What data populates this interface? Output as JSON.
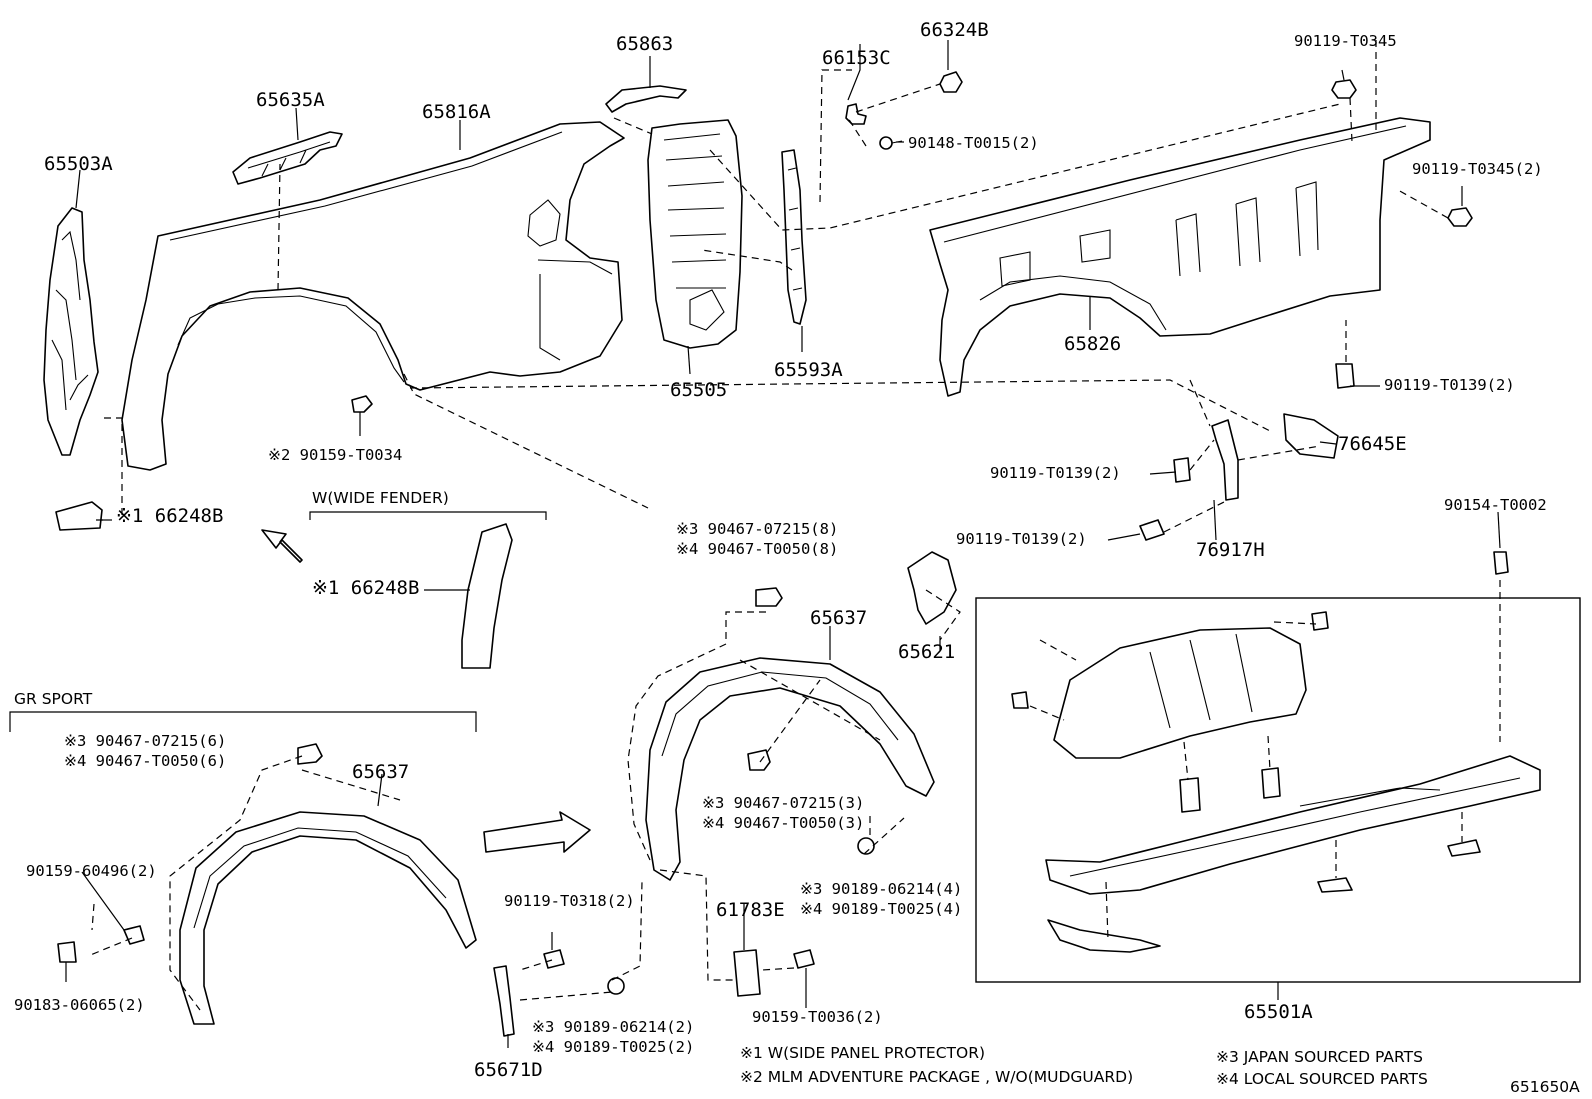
{
  "diagram": {
    "labels": {
      "p65503A": "65503A",
      "p65635A": "65635A",
      "p65816A": "65816A",
      "p65863": "65863",
      "p66153C": "66153C",
      "p66324B": "66324B",
      "p90119_T0345": "90119-T0345",
      "p90148_T0015": "90148-T0015(2)",
      "p90119_T0345_2": "90119-T0345(2)",
      "p65505": "65505",
      "p65593A": "65593A",
      "p65826": "65826",
      "p90119_T0139_2a": "90119-T0139(2)",
      "p90159_T0034": "※2 90159-T0034",
      "p66248B_a": "※1 66248B",
      "wide_fender": "W(WIDE FENDER)",
      "p66248B_b": "※1 66248B",
      "p76645E": "76645E",
      "p90119_T0139_2b": "90119-T0139(2)",
      "p90119_T0139_2c": "90119-T0139(2)",
      "p76917H": "76917H",
      "p90154_T0002": "90154-T0002",
      "p90467_07215_8": "※3 90467-07215(8)",
      "p90467_T0050_8": "※4 90467-T0050(8)",
      "p65637_a": "65637",
      "p65621": "65621",
      "gr_sport": "GR SPORT",
      "p90467_07215_6": "※3 90467-07215(6)",
      "p90467_T0050_6": "※4 90467-T0050(6)",
      "p65637_b": "65637",
      "p90159_60496": "90159-60496(2)",
      "p90183_06065": "90183-06065(2)",
      "p90467_07215_3": "※3 90467-07215(3)",
      "p90467_T0050_3": "※4 90467-T0050(3)",
      "p90189_06214_4": "※3 90189-06214(4)",
      "p90189_T0025_4": "※4 90189-T0025(4)",
      "p90119_T0318": "90119-T0318(2)",
      "p61783E": "61783E",
      "p90159_T0036": "90159-T0036(2)",
      "p90189_06214_2": "※3 90189-06214(2)",
      "p90189_T0025_2": "※4 90189-T0025(2)",
      "p65671D": "65671D",
      "p65501A": "65501A"
    },
    "notes": {
      "n1": "※1 W(SIDE PANEL PROTECTOR)",
      "n2": "※2 MLM ADVENTURE PACKAGE , W/O(MUDGUARD)",
      "n3": "※3 JAPAN SOURCED PARTS",
      "n4": "※4 LOCAL SOURCED PARTS"
    },
    "diagram_id": "651650A"
  }
}
